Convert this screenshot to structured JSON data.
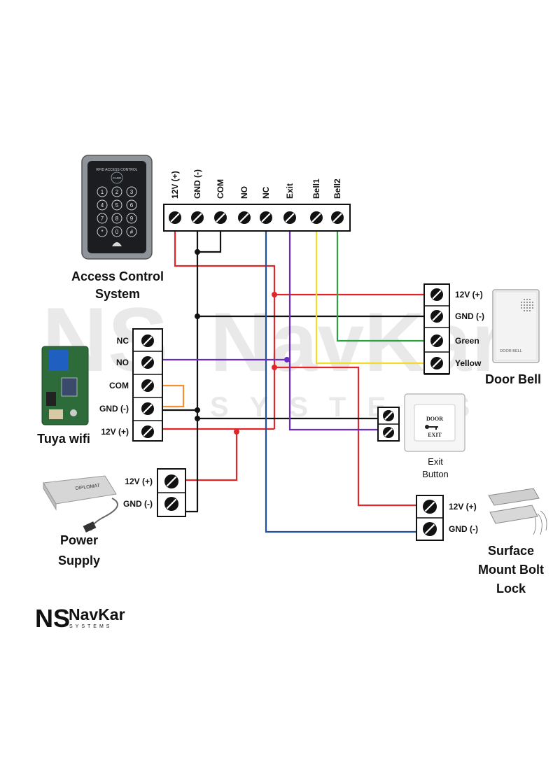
{
  "watermark": {
    "brand": "NavKar",
    "sub": "SYSTEMS"
  },
  "access_control": {
    "label_line1": "Access Control",
    "label_line2": "System",
    "device_caption": "RFID ACCESS CONTROL",
    "card_text": "CARD",
    "keys": [
      "1",
      "2",
      "3",
      "4",
      "5",
      "6",
      "7",
      "8",
      "9",
      "*",
      "0",
      "#"
    ],
    "terminals": [
      "12V (+)",
      "GND (-)",
      "COM",
      "NO",
      "NC",
      "Exit",
      "Bell1",
      "Bell2"
    ]
  },
  "door_bell": {
    "label": "Door Bell",
    "device_text": "DOOR BELL",
    "terminals": [
      "12V (+)",
      "GND (-)",
      "Green",
      "Yellow"
    ]
  },
  "tuya": {
    "label": "Tuya wifi",
    "terminals": [
      "NC",
      "NO",
      "COM",
      "GND (-)",
      "12V (+)"
    ]
  },
  "exit_button": {
    "label_line1": "Exit",
    "label_line2": "Button",
    "plate_top": "DOOR",
    "plate_bottom": "EXIT"
  },
  "power_supply": {
    "label_line1": "Power",
    "label_line2": "Supply",
    "device_text": "DIPLOMAT",
    "terminals": [
      "12V (+)",
      "GND (-)"
    ]
  },
  "bolt_lock": {
    "label_line1": "Surface",
    "label_line2": "Mount Bolt",
    "label_line3": "Lock",
    "terminals": [
      "12V (+)",
      "GND (-)"
    ]
  },
  "logo": {
    "mark": "NS",
    "brand": "NavKar",
    "sub": "SYSTEMS"
  },
  "colors": {
    "red": "#e0262b",
    "black": "#111111",
    "blue": "#1f4fa3",
    "purple": "#6a2bc4",
    "yellow": "#f2dc2a",
    "green": "#2ea043",
    "orange": "#f0913a"
  }
}
